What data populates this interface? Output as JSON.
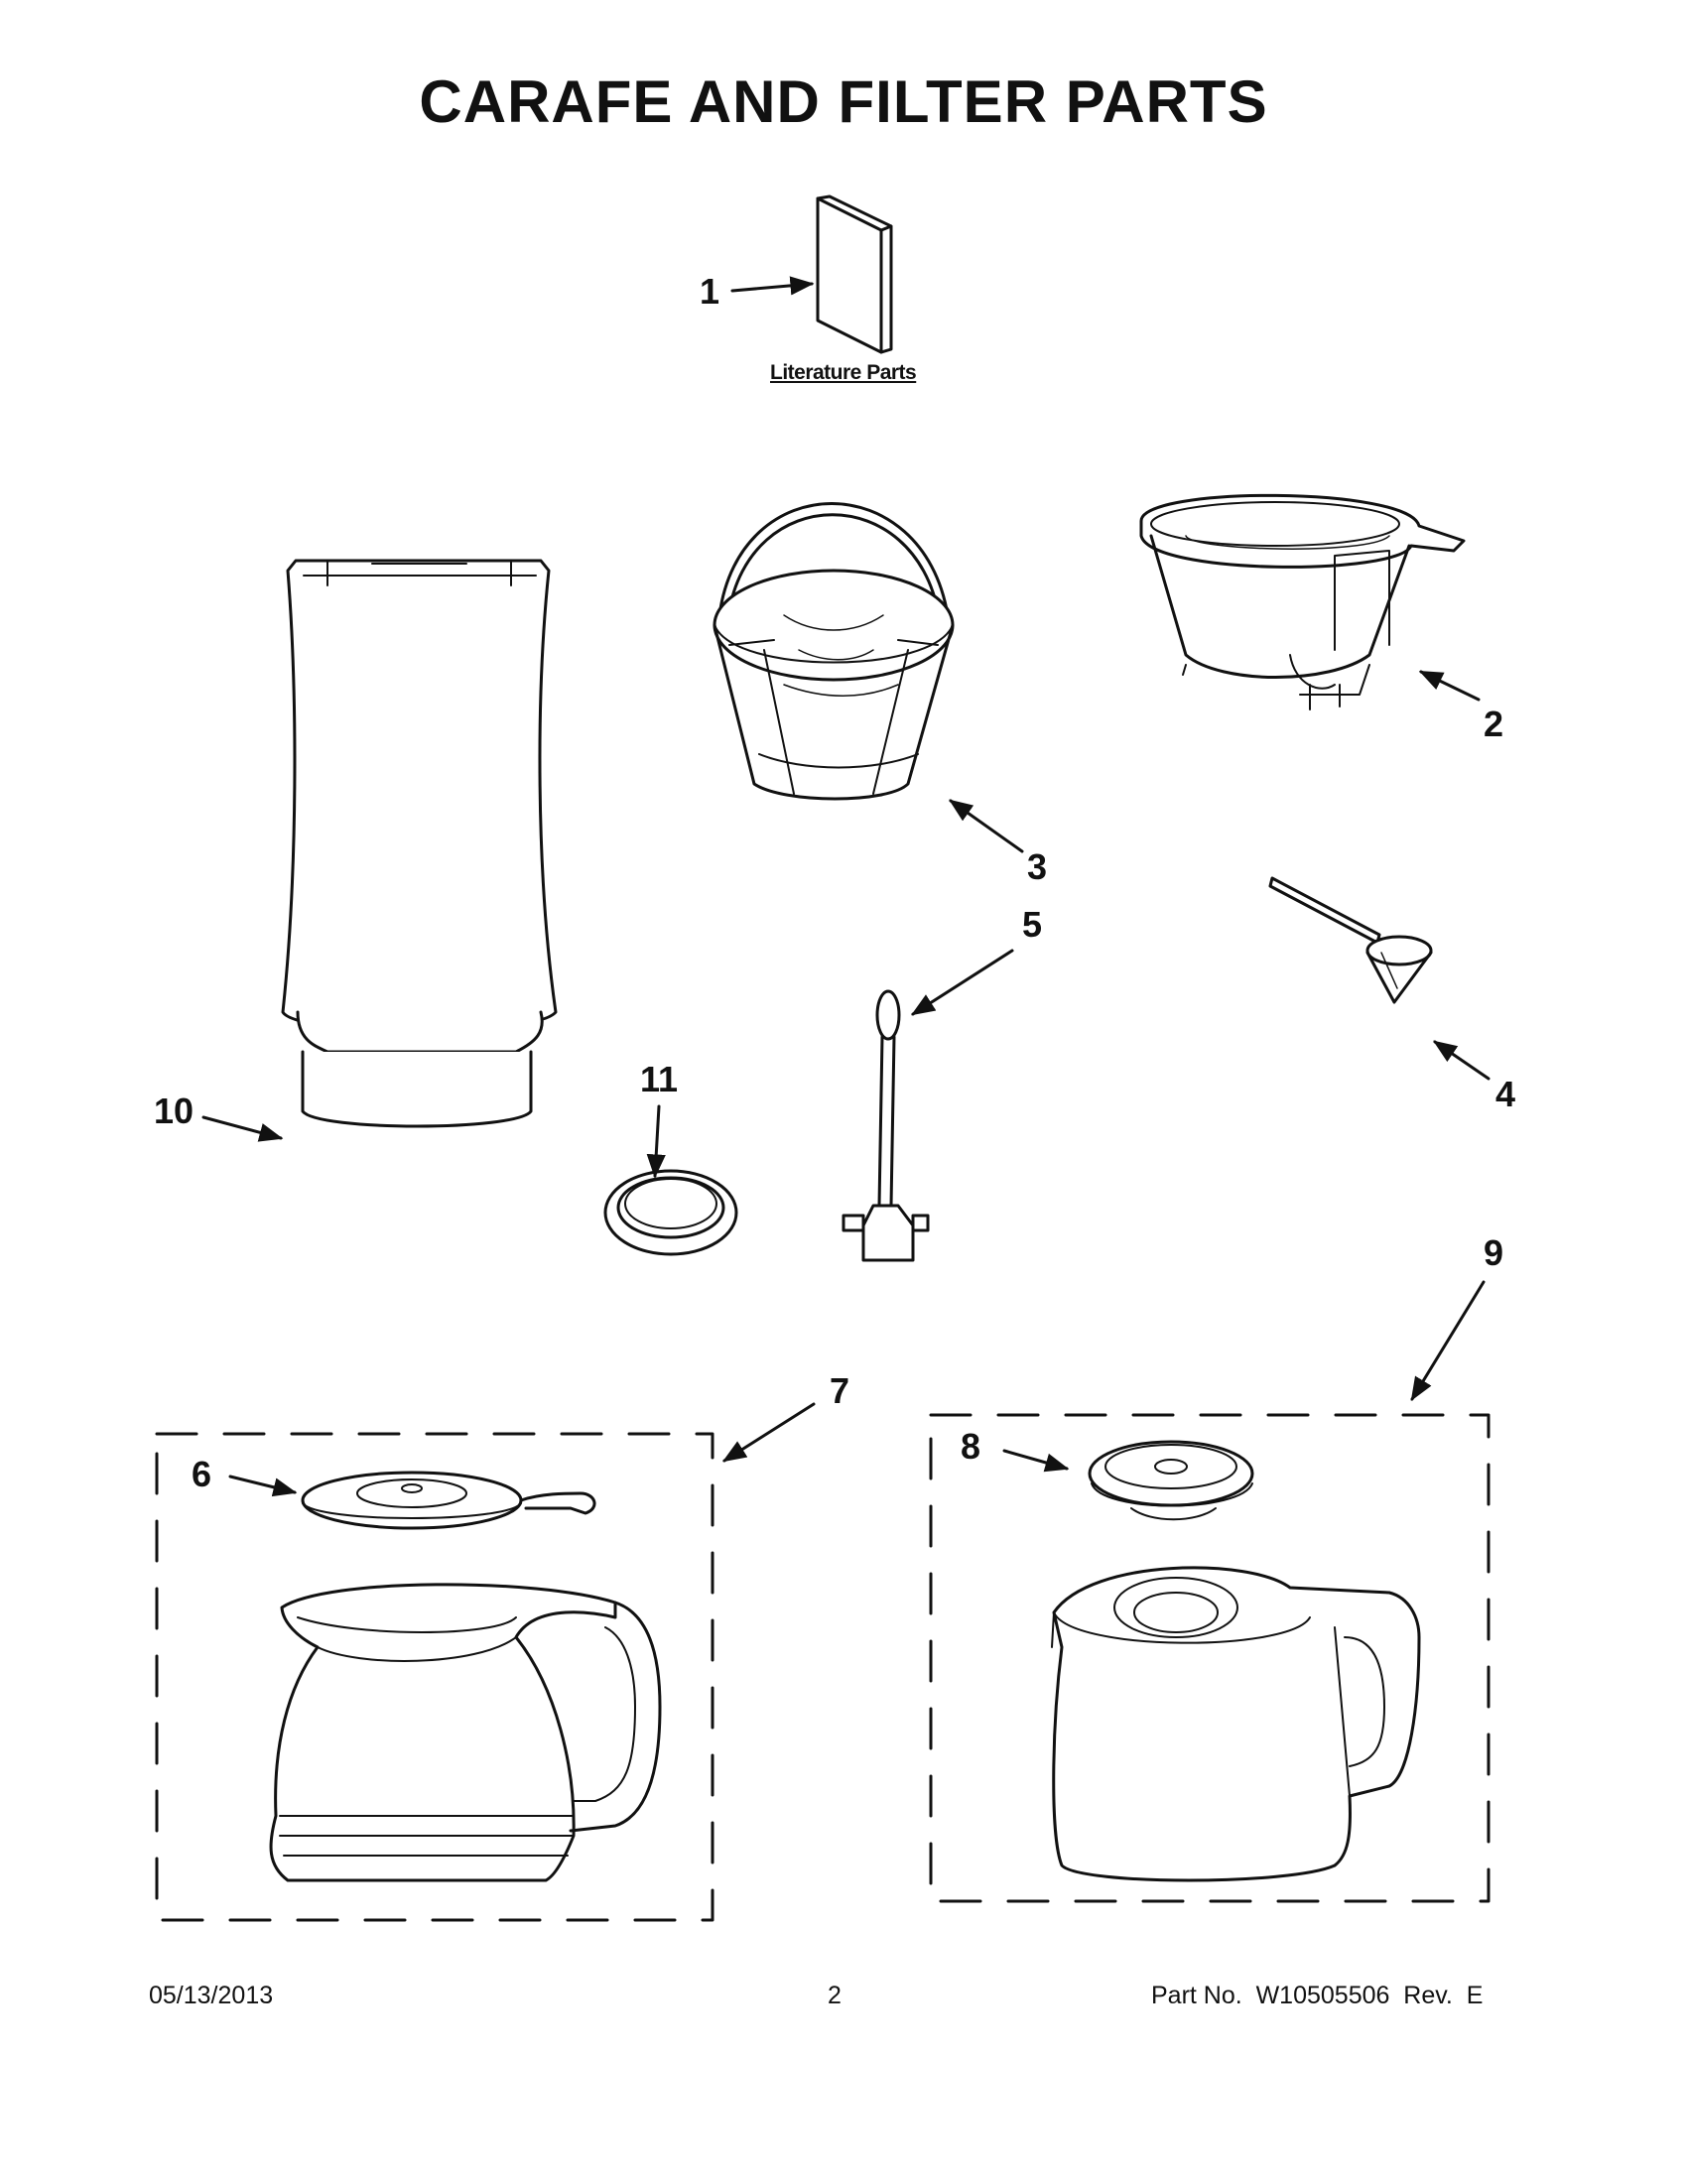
{
  "title": "CARAFE AND FILTER PARTS",
  "literature_label": "Literature Parts",
  "callouts": {
    "c1": "1",
    "c2": "2",
    "c3": "3",
    "c4": "4",
    "c5": "5",
    "c6": "6",
    "c7": "7",
    "c8": "8",
    "c9": "9",
    "c10": "10",
    "c11": "11"
  },
  "footer": {
    "date": "05/13/2013",
    "page": "2",
    "part_no": "Part No.  W10505506  Rev.  E"
  }
}
